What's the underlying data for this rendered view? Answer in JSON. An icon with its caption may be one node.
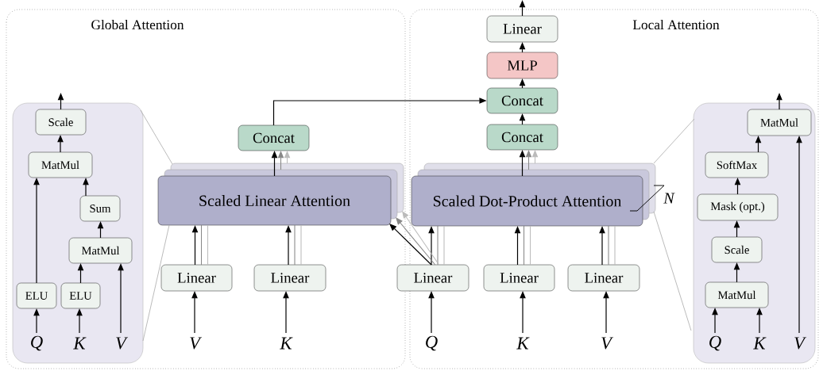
{
  "diagram": {
    "nodes": [
      {
        "text": [
          "Global Attention"
        ]
      },
      {
        "text": [
          "Local Attention"
        ]
      },
      {
        "text": [],
        "shape": "box",
        "in": 0
      },
      {
        "text": [
          "Scale"
        ],
        "in": 2
      },
      {
        "text": [
          "MatMul"
        ],
        "in": 2
      },
      {
        "text": [
          "Sum"
        ],
        "in": 2
      },
      {
        "text": [
          "MatMul"
        ],
        "in": 2
      },
      {
        "text": [
          "ELU"
        ],
        "in": 2
      },
      {
        "text": [
          "ELU"
        ],
        "in": 2
      },
      {
        "text": [
          "Q"
        ],
        "in": 2
      },
      {
        "text": [
          "K"
        ],
        "in": 2
      },
      {
        "text": [
          "V"
        ],
        "in": 2
      },
      {
        "text": [
          "Concat"
        ],
        "in": 0
      },
      {
        "text": [
          "Scaled Linear Attention"
        ],
        "in": 0
      },
      {
        "text": [
          "Linear"
        ],
        "in": 0
      },
      {
        "text": [
          "Linear"
        ],
        "in": 0
      },
      {
        "text": [
          "V"
        ],
        "in": 0
      },
      {
        "text": [
          "K"
        ],
        "in": 0
      },
      {
        "text": [
          "Linear"
        ],
        "in": 1
      },
      {
        "text": [
          "MLP"
        ],
        "in": 1
      },
      {
        "text": [
          "Concat"
        ],
        "in": 1
      },
      {
        "text": [
          "Concat"
        ],
        "in": 1
      },
      {
        "text": [
          "Scaled Dot-Product Attention"
        ],
        "in": 1
      },
      {
        "text": [
          "Linear"
        ]
      },
      {
        "text": [
          "Linear"
        ],
        "in": 1
      },
      {
        "text": [
          "Linear"
        ],
        "in": 1
      },
      {
        "text": [
          "Q"
        ],
        "in": 1
      },
      {
        "text": [
          "K"
        ],
        "in": 1
      },
      {
        "text": [
          "V"
        ],
        "in": 1
      },
      {
        "text": [],
        "shape": "box",
        "in": 1
      },
      {
        "text": [
          "MatMul"
        ],
        "in": 29
      },
      {
        "text": [
          "SoftMax"
        ],
        "in": 29
      },
      {
        "text": [
          "Mask (opt.)"
        ],
        "in": 29
      },
      {
        "text": [
          "Scale"
        ],
        "in": 29
      },
      {
        "text": [
          "MatMul"
        ],
        "in": 29
      },
      {
        "text": [
          "Q"
        ],
        "in": 29
      },
      {
        "text": [
          "K"
        ],
        "in": 29
      },
      {
        "text": [
          "V"
        ],
        "in": 29
      }
    ],
    "edges": [
      {
        "from": 9,
        "to": 7,
        "arrow": "to"
      },
      {
        "from": 10,
        "to": 8,
        "arrow": "to"
      },
      {
        "from": 7,
        "to": 4,
        "arrow": "to"
      },
      {
        "from": 8,
        "to": 6,
        "arrow": "to"
      },
      {
        "from": 11,
        "to": 6,
        "arrow": "to"
      },
      {
        "from": 6,
        "to": 5,
        "arrow": "to"
      },
      {
        "from": 5,
        "to": 4,
        "arrow": "to"
      },
      {
        "from": 4,
        "to": 3,
        "arrow": "to"
      },
      {
        "from": 3,
        "to": null,
        "arrow": "to"
      },
      {
        "from": 16,
        "to": 14,
        "arrow": "to"
      },
      {
        "from": 17,
        "to": 15,
        "arrow": "to"
      },
      {
        "from": 14,
        "to": 13,
        "arrow": "to"
      },
      {
        "from": 15,
        "to": 13,
        "arrow": "to"
      },
      {
        "from": 13,
        "to": 12,
        "arrow": "to"
      },
      {
        "from": 12,
        "to": 20,
        "arrow": "to"
      },
      {
        "from": 23,
        "to": 13,
        "arrow": "to"
      },
      {
        "from": 26,
        "to": 23,
        "arrow": "to"
      },
      {
        "from": 27,
        "to": 24,
        "arrow": "to"
      },
      {
        "from": 28,
        "to": 25,
        "arrow": "to"
      },
      {
        "from": 23,
        "to": 22,
        "arrow": "to"
      },
      {
        "from": 24,
        "to": 22,
        "arrow": "to"
      },
      {
        "from": 25,
        "to": 22,
        "arrow": "to"
      },
      {
        "from": 22,
        "to": 21,
        "arrow": "to"
      },
      {
        "from": 21,
        "to": 20,
        "arrow": "to"
      },
      {
        "from": 20,
        "to": 19,
        "arrow": "to"
      },
      {
        "from": 19,
        "to": 18,
        "arrow": "to"
      },
      {
        "from": 18,
        "to": null,
        "arrow": "to"
      },
      {
        "from": 35,
        "to": 34,
        "arrow": "to"
      },
      {
        "from": 36,
        "to": 34,
        "arrow": "to"
      },
      {
        "from": 34,
        "to": 33,
        "arrow": "to"
      },
      {
        "from": 33,
        "to": 32,
        "arrow": "to"
      },
      {
        "from": 32,
        "to": 31,
        "arrow": "to"
      },
      {
        "from": 31,
        "to": 30,
        "arrow": "to"
      },
      {
        "from": 37,
        "to": 30,
        "arrow": "to"
      },
      {
        "from": 30,
        "to": null,
        "arrow": "to"
      },
      {
        "from": 2,
        "to": 13,
        "arrow": "none",
        "color": "#aaaaaa"
      },
      {
        "from": 2,
        "to": 13,
        "arrow": "none",
        "color": "#aaaaaa"
      },
      {
        "from": 29,
        "to": 22,
        "arrow": "none",
        "color": "#aaaaaa"
      },
      {
        "from": 29,
        "to": 22,
        "arrow": "none",
        "color": "#aaaaaa"
      },
      {
        "from": 14,
        "to": 13,
        "arrow": "none",
        "color": "#888888"
      },
      {
        "from": 14,
        "to": 13,
        "arrow": "none",
        "color": "#bbbbbb"
      },
      {
        "from": 15,
        "to": 13,
        "arrow": "none",
        "color": "#888888"
      },
      {
        "from": 15,
        "to": 13,
        "arrow": "none",
        "color": "#bbbbbb"
      },
      {
        "from": 23,
        "to": 22,
        "arrow": "none",
        "color": "#888888"
      },
      {
        "from": 23,
        "to": 22,
        "arrow": "none",
        "color": "#bbbbbb"
      },
      {
        "from": 24,
        "to": 22,
        "arrow": "none",
        "color": "#888888"
      },
      {
        "from": 24,
        "to": 22,
        "arrow": "none",
        "color": "#bbbbbb"
      },
      {
        "from": 25,
        "to": 22,
        "arrow": "none",
        "color": "#888888"
      },
      {
        "from": 25,
        "to": 22,
        "arrow": "none",
        "color": "#bbbbbb"
      },
      {
        "from": 13,
        "to": 12,
        "arrow": "to",
        "color": "#888888"
      },
      {
        "from": 13,
        "to": 12,
        "arrow": "to",
        "color": "#bbbbbb"
      },
      {
        "from": 22,
        "to": 21,
        "arrow": "to",
        "color": "#888888"
      },
      {
        "from": 22,
        "to": 21,
        "arrow": "to",
        "color": "#bbbbbb"
      },
      {
        "from": 23,
        "to": 13,
        "arrow": "to",
        "color": "#888888"
      },
      {
        "from": 23,
        "to": 13,
        "arrow": "to",
        "color": "#bbbbbb"
      }
    ],
    "labels": [
      "N"
    ]
  }
}
